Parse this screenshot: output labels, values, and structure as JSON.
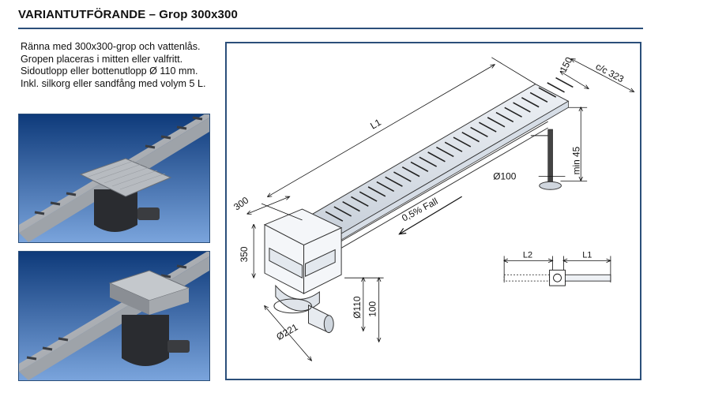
{
  "header": {
    "title": "VARIANTUTFÖRANDE – Grop 300x300"
  },
  "description": {
    "lines": [
      "Ränna med 300x300-grop och vattenlås.",
      "Gropen placeras i mitten eller valfritt.",
      "Sidoutlopp eller bottenutlopp Ø 110 mm.",
      "Inkl. silkorg eller sandfång med volym 5 L."
    ]
  },
  "drawing": {
    "labels": {
      "l1": "L1",
      "cc323": "c/c 323",
      "w150": "150",
      "min45": "min 45",
      "d100": "Ø100",
      "w300": "300",
      "fall": "0,5% Fall",
      "h350": "350",
      "d110": "Ø110",
      "h100": "100",
      "d221": "Ø221"
    },
    "legend": {
      "l2": "L2",
      "l1": "L1"
    }
  },
  "colors": {
    "frame": "#2b4f7a",
    "photo_bg_top": "#0e3a7a",
    "photo_bg_bottom": "#6f9ad6"
  }
}
